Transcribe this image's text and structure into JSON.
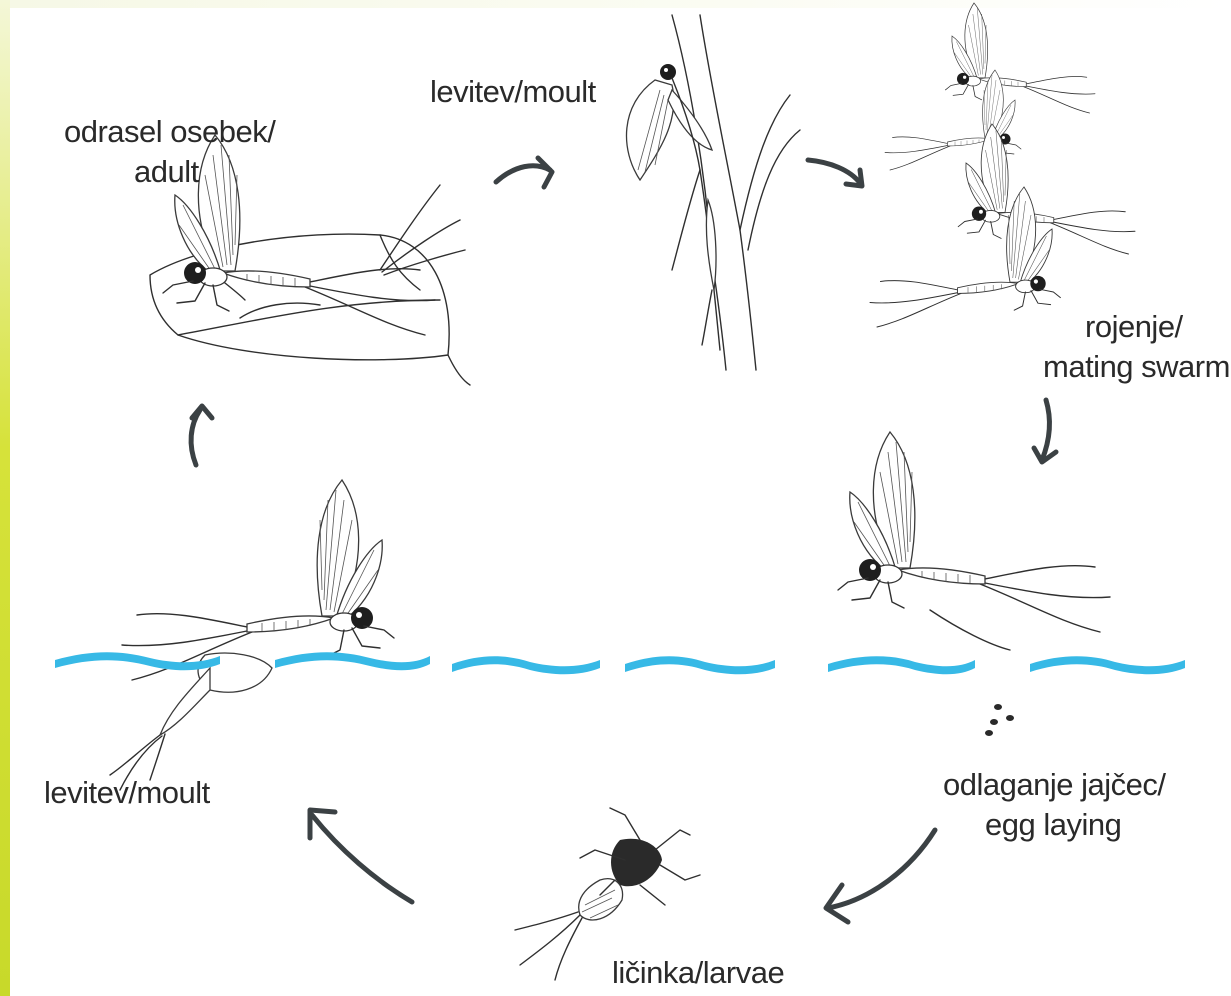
{
  "stages": {
    "adult": {
      "line1": "odrasel osebek/",
      "line2": "adult"
    },
    "moult_top": {
      "line1": "levitev/moult"
    },
    "swarm": {
      "line1": "rojenje/",
      "line2": "mating swarm"
    },
    "egg_laying": {
      "line1": "odlaganje jajčec/",
      "line2": "egg laying"
    },
    "larvae": {
      "line1": "ličinka/larvae"
    },
    "moult_bottom": {
      "line1": "levitev/moult"
    }
  },
  "colors": {
    "water": "#37b9e6",
    "arrow": "#3b4144",
    "ink": "#2f2f2f",
    "edge_accent": "#d6e23a"
  }
}
